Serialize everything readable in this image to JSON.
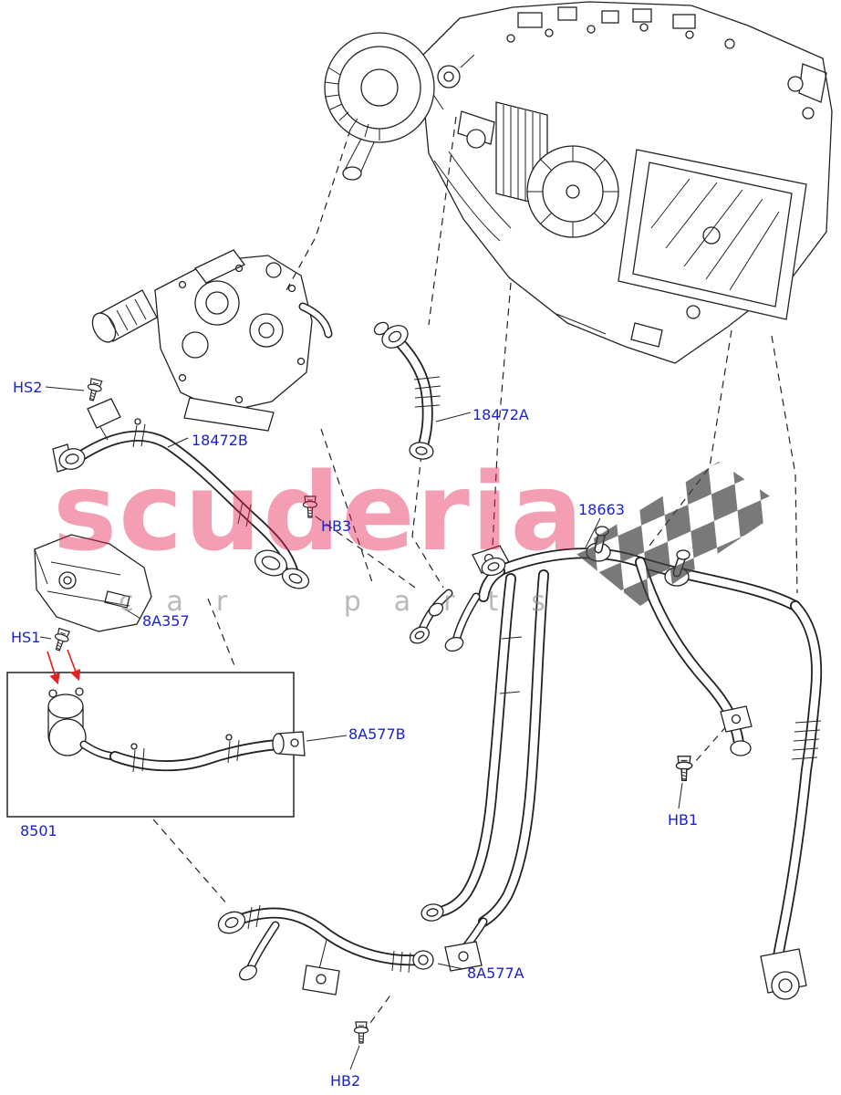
{
  "diagram": {
    "label_color": "#1a22cf",
    "line_color": "#222222",
    "arrow_color": "#e02424",
    "labels": [
      {
        "id": "HS2"
      },
      {
        "id": "18472B"
      },
      {
        "id": "18472A"
      },
      {
        "id": "HB3"
      },
      {
        "id": "18663"
      },
      {
        "id": "8A357"
      },
      {
        "id": "HS1"
      },
      {
        "id": "8A577B"
      },
      {
        "id": "8501"
      },
      {
        "id": "HB1"
      },
      {
        "id": "8A577A"
      },
      {
        "id": "HB2"
      }
    ]
  },
  "watermark": {
    "brand": "scuderia",
    "tagline": "car parts",
    "brand_color": "#e51b4b",
    "tagline_color": "#8c8c8c",
    "flag_color": "#3f3f3f"
  }
}
